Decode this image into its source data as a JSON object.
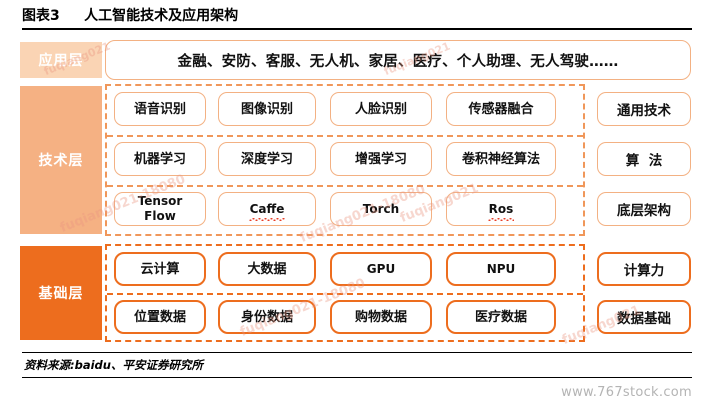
{
  "title": {
    "figure_label": "图表3",
    "heading": "人工智能技术及应用架构",
    "full": "图表3     人工智能技术及应用架构"
  },
  "layers": {
    "application": {
      "name": "应用层",
      "content": "金融、安防、客服、无人机、家居、医疗、个人助理、无人驾驶……"
    },
    "technology": {
      "name": "技术层",
      "rows": [
        {
          "category": "通用技术",
          "items": [
            "语音识别",
            "图像识别",
            "人脸识别",
            "传感器融合"
          ]
        },
        {
          "category": "算  法",
          "items": [
            "机器学习",
            "深度学习",
            "增强学习",
            "卷积神经算法"
          ]
        },
        {
          "category": "底层架构",
          "items": [
            "Tensor\nFlow",
            "Caffe",
            "Torch",
            "Ros"
          ]
        }
      ]
    },
    "foundation": {
      "name": "基础层",
      "rows": [
        {
          "category": "计算力",
          "items": [
            "云计算",
            "大数据",
            "GPU",
            "NPU"
          ]
        },
        {
          "category": "数据基础",
          "items": [
            "位置数据",
            "身份数据",
            "购物数据",
            "医疗数据"
          ]
        }
      ]
    }
  },
  "footer": {
    "source": "资料来源:baidu、平安证券研究所",
    "site": "www.767stock.com"
  },
  "watermark": {
    "text": "fuqiang021-18080",
    "short": "fuqiang021"
  },
  "colors": {
    "application_label_bg": "#fad4b4",
    "technology_label_bg": "#f5b183",
    "foundation_label_bg": "#ed6d1e",
    "light_border": "#f3b183",
    "strong_border": "#ed6d1e",
    "spellcheck_underline": "#e8402a",
    "title_text": "#000000",
    "site_watermark": "#b4b4b4"
  }
}
